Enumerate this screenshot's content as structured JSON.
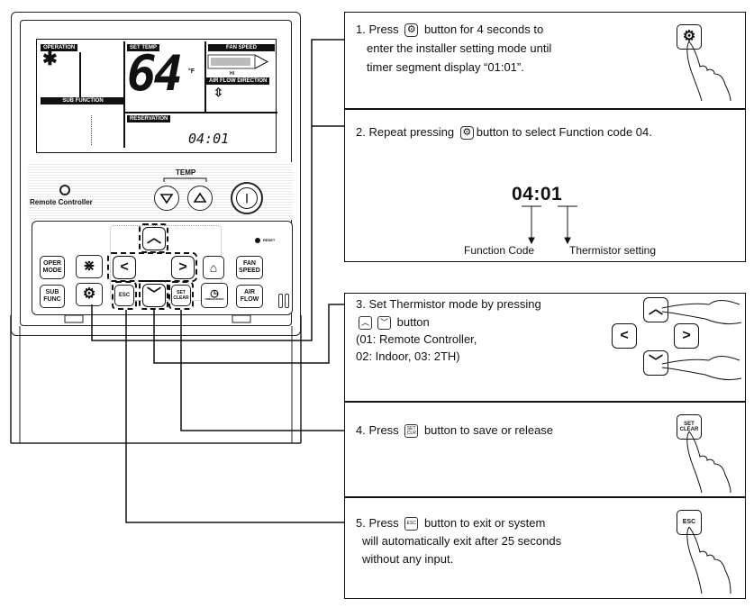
{
  "lcd": {
    "operation": "OPERATION",
    "set_temp": "SET TEMP",
    "fan_speed": "FAN SPEED",
    "temp_value": "64",
    "temp_unit": "°F",
    "fan_level": "HI",
    "air_flow_direction": "AIR FLOW DIRECTION",
    "sub_function": "SUB FUNCTION",
    "reservation": "RESERVATION",
    "timer_segment": "04:01"
  },
  "controller": {
    "temp_label": "TEMP",
    "remote_label": "Remote Controller",
    "reset_label": "RESET",
    "buttons": {
      "oper_mode": "OPER\nMODE",
      "sub_func": "SUB\nFUNC",
      "esc": "ESC",
      "set_clear": "SET\nCLEAR",
      "timer": "TIMER/ON/OFF",
      "fan_speed": "FAN\nSPEED",
      "air_flow": "AIR\nFLOW"
    }
  },
  "steps": [
    {
      "text_a": "1. Press",
      "text_b": "button for 4 seconds to",
      "line2": "enter the installer setting mode until",
      "line3": "timer segment display “01:01”."
    },
    {
      "text_a": "2. Repeat pressing",
      "text_b": "button to select Function code 04.",
      "code": "04:01",
      "label_function_code": "Function Code",
      "label_thermistor": "Thermistor setting"
    },
    {
      "line1": "3. Set Thermistor mode by pressing",
      "line2": "button",
      "line3": "(01: Remote Controller,",
      "line4": "02: Indoor, 03: 2TH)"
    },
    {
      "text_a": "4. Press",
      "text_b": "button to save or release",
      "icon_label": "SET\nCLEAR"
    },
    {
      "text_a": "5. Press",
      "text_b": "button to exit or system",
      "line2": "will automatically exit after 25 seconds",
      "line3": "without any input.",
      "icon_label": "ESC"
    }
  ]
}
